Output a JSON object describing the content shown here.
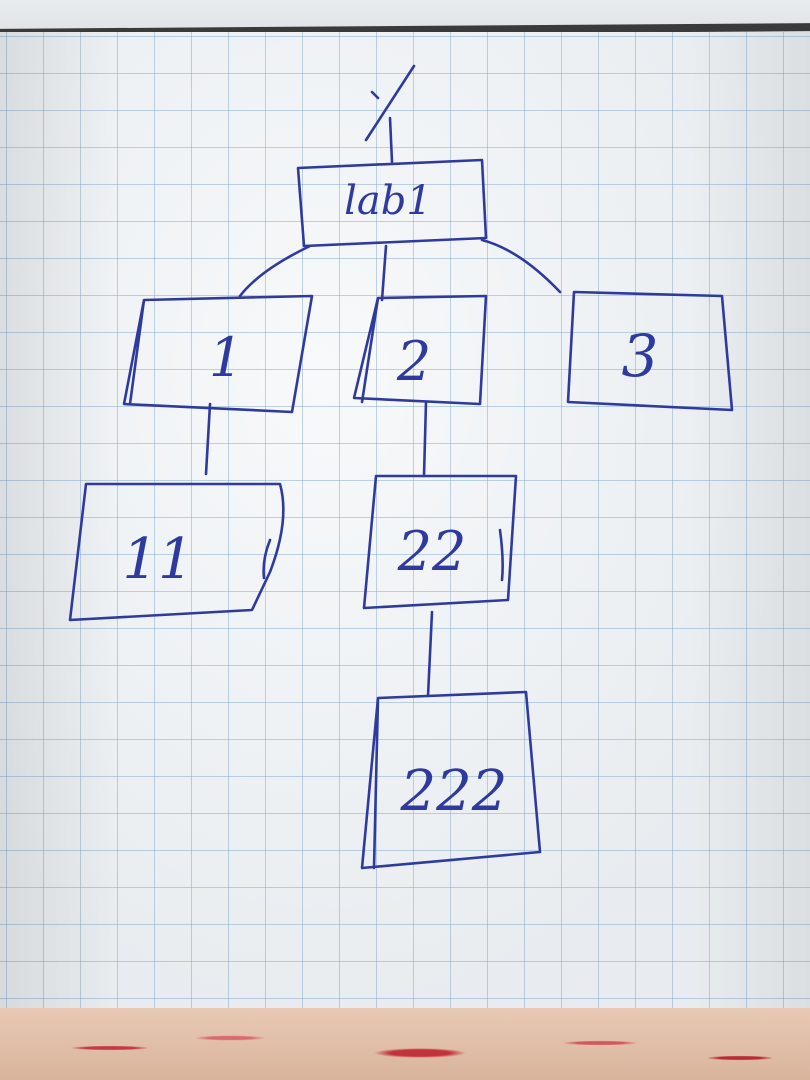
{
  "diagram": {
    "root": {
      "label": "lab1"
    },
    "root_mark": "\\",
    "children": [
      {
        "label": "1",
        "children": [
          {
            "label": "11",
            "children": []
          }
        ]
      },
      {
        "label": "2",
        "children": [
          {
            "label": "22",
            "children": [
              {
                "label": "222",
                "children": []
              }
            ]
          }
        ]
      },
      {
        "label": "3",
        "children": []
      }
    ]
  },
  "colors": {
    "ink": "#2f3a9e",
    "paper": "#eef2f5",
    "grid": "#78a0c8"
  }
}
